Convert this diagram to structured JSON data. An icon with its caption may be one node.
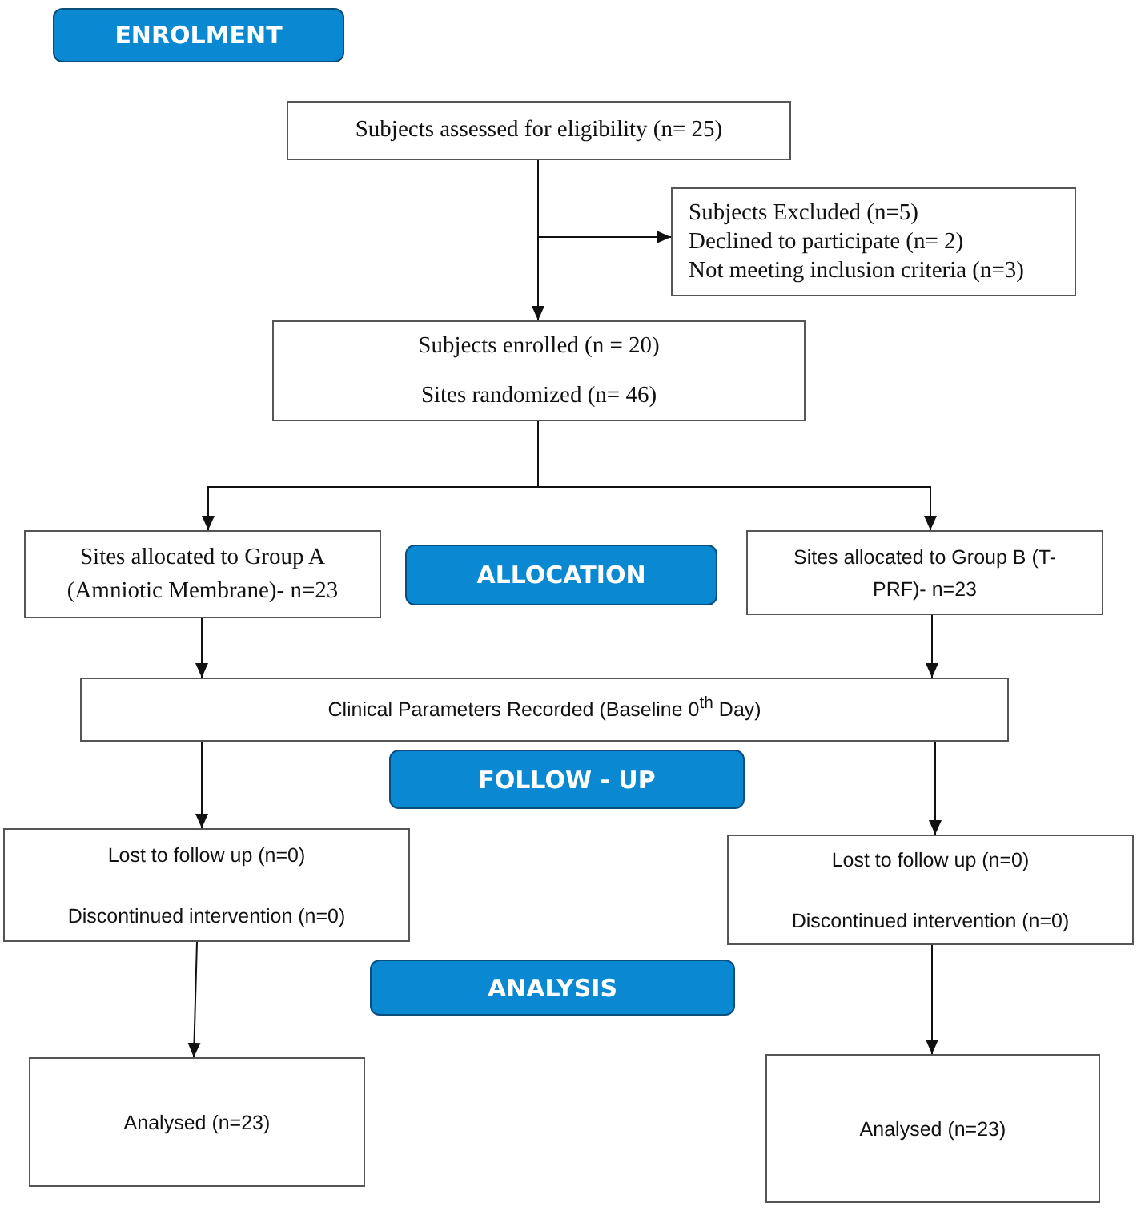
{
  "diagram": {
    "nodes": [
      {
        "text": [
          "ENROLMENT"
        ]
      },
      {
        "text": [
          "Subjects assessed for eligibility (n= 25)"
        ]
      },
      {
        "text": [
          "Subjects Excluded (n=5)",
          "Declined to participate (n= 2)",
          "Not meeting inclusion criteria (n=3)"
        ]
      },
      {
        "text": [
          "Subjects enrolled (n = 20)",
          "Sites randomized (n= 46)"
        ]
      },
      {
        "text": [
          "Sites allocated to Group A (Amniotic Membrane)- n=23"
        ]
      },
      {
        "text": [
          "ALLOCATION"
        ]
      },
      {
        "text": [
          "Sites allocated to Group B (T-PRF)- n=23"
        ]
      },
      {
        "text": [
          "Clinical Parameters Recorded (Baseline 0$^{th}$ Day)"
        ]
      },
      {
        "text": [
          "FOLLOW - UP"
        ]
      },
      {
        "text": [
          "Lost to follow up (n=0)",
          "Discontinued intervention (n=0)"
        ]
      },
      {
        "text": [
          "Lost to follow up (n=0)",
          "Discontinued intervention (n=0)"
        ]
      },
      {
        "text": [
          "ANALYSIS"
        ]
      },
      {
        "text": [
          "Analysed (n=23)"
        ]
      },
      {
        "text": [
          "Analysed (n=23)"
        ]
      }
    ],
    "edges": [
      {
        "from": 1,
        "to": 3,
        "arrow": "to"
      },
      {
        "from": 1,
        "to": 2,
        "arrow": "to"
      },
      {
        "from": 3,
        "to": 4,
        "arrow": "to"
      },
      {
        "from": 3,
        "to": 6,
        "arrow": "to"
      },
      {
        "from": 4,
        "to": 7,
        "arrow": "to"
      },
      {
        "from": 6,
        "to": 7,
        "arrow": "to"
      },
      {
        "from": 7,
        "to": 9,
        "arrow": "to"
      },
      {
        "from": 7,
        "to": 10,
        "arrow": "to"
      },
      {
        "from": 9,
        "to": 12,
        "arrow": "to"
      },
      {
        "from": 10,
        "to": 13,
        "arrow": "to"
      }
    ]
  }
}
